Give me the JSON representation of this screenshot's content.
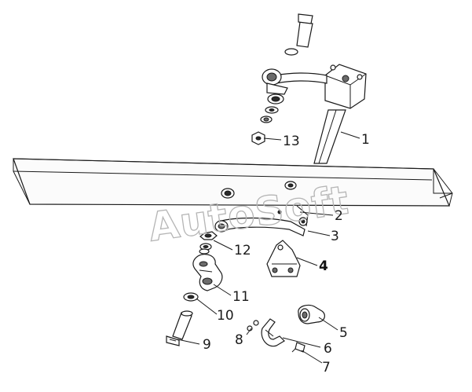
{
  "watermark": "AutoSoft",
  "callouts": [
    {
      "id": "1",
      "text": "1"
    },
    {
      "id": "2",
      "text": "2"
    },
    {
      "id": "3",
      "text": "3"
    },
    {
      "id": "4",
      "text": "4"
    },
    {
      "id": "5",
      "text": "5"
    },
    {
      "id": "6",
      "text": "6"
    },
    {
      "id": "7",
      "text": "7"
    },
    {
      "id": "8",
      "text": "8"
    },
    {
      "id": "9",
      "text": "9"
    },
    {
      "id": "10",
      "text": "10"
    },
    {
      "id": "11",
      "text": "11"
    },
    {
      "id": "12",
      "text": "12"
    },
    {
      "id": "13",
      "text": "13"
    }
  ],
  "colors": {
    "line": "#1a1a1a",
    "watermark": "#b5b5b5",
    "background": "#ffffff"
  }
}
